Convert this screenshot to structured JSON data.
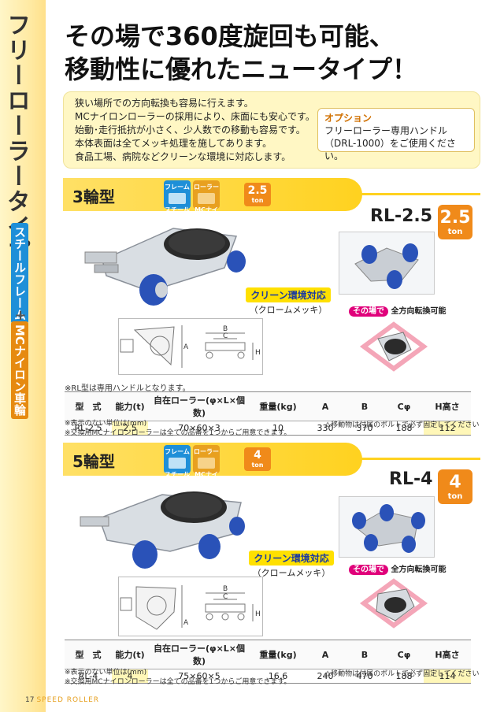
{
  "sidebar": {
    "title": "フリーローラータイプ",
    "tag_frame": "スチールフレーム",
    "plus": "+",
    "tag_roller": "MCナイロン車輪"
  },
  "headline": {
    "line1": "その場で360度旋回も可能、",
    "line2": "移動性に優れたニュータイプ！"
  },
  "intro": {
    "points": [
      "狭い場所での方向転換も容易に行えます。",
      "MCナイロンローラーの採用により、床面にも安心です。",
      "始動･走行抵抗が小さく、少人数での移動も容易です。",
      "本体表面は全てメッキ処理を施してあります。",
      "食品工場、病院などクリーンな環境に対応します。"
    ],
    "option_title": "オプション",
    "option_line1": "フリーローラー専用ハンドル",
    "option_line2": "（DRL-1000）をご使用ください。"
  },
  "section1": {
    "title": "3輪型",
    "badge_frame_top": "フレーム",
    "badge_frame_bottom": "スチール",
    "badge_roller_top": "ローラー",
    "badge_roller_bottom": "MCナイロン",
    "ton_value": "2.5",
    "ton_unit": "ton",
    "model": "RL-2.5",
    "clean_tag": "クリーン環境対応",
    "clean_sub": "（クロームメッキ）",
    "rotation_pill": "その場で",
    "rotation_text": "全方向転換可能",
    "dim_labels": [
      "A",
      "B",
      "C",
      "H"
    ],
    "note_top": "※RL型は専用ハンドルとなります。",
    "table_headers": [
      "型　式",
      "能力(t)",
      "自在ローラー(φ×L×個数)",
      "重量(kg)",
      "A",
      "B",
      "Cφ",
      "H高さ"
    ],
    "table_row": [
      "RL-2.5",
      "2.5",
      "70×60×3",
      "10",
      "330",
      "370",
      "188",
      "112"
    ],
    "note1": "※表示のない単位は(mm)",
    "note2": "※交換用MCナイロンローラーは全ての品番を1つからご用意できます。",
    "note_right": "⚠移動物は付属のボルトで必ず固定してください"
  },
  "section2": {
    "title": "5輪型",
    "badge_frame_top": "フレーム",
    "badge_frame_bottom": "スチール",
    "badge_roller_top": "ローラー",
    "badge_roller_bottom": "MCナイロン",
    "ton_value": "4",
    "ton_unit": "ton",
    "model": "RL-4",
    "clean_tag": "クリーン環境対応",
    "clean_sub": "（クロームメッキ）",
    "rotation_pill": "その場で",
    "rotation_text": "全方向転換可能",
    "dim_labels": [
      "A",
      "B",
      "C",
      "H"
    ],
    "table_headers": [
      "型　式",
      "能力(t)",
      "自在ローラー(φ×L×個数)",
      "重量(kg)",
      "A",
      "B",
      "Cφ",
      "H高さ"
    ],
    "table_row": [
      "RL-4",
      "4",
      "75×60×5",
      "16.6",
      "240",
      "470",
      "188",
      "114"
    ],
    "note1": "※表示のない単位は(mm)",
    "note2": "※交換用MCナイロンローラーは全ての品番を1つからご用意できます。",
    "note_right": "⚠移動物は付属のボルトで必ず固定してください"
  },
  "footer": {
    "page": "17",
    "brand": "SPEED ROLLER"
  },
  "colors": {
    "accent_yellow": "#ffd21f",
    "ton_orange": "#f08a1a",
    "frame_blue": "#1e8fd8",
    "roller_blue": "#2a52b8",
    "rotation_pink": "#e0007a"
  }
}
